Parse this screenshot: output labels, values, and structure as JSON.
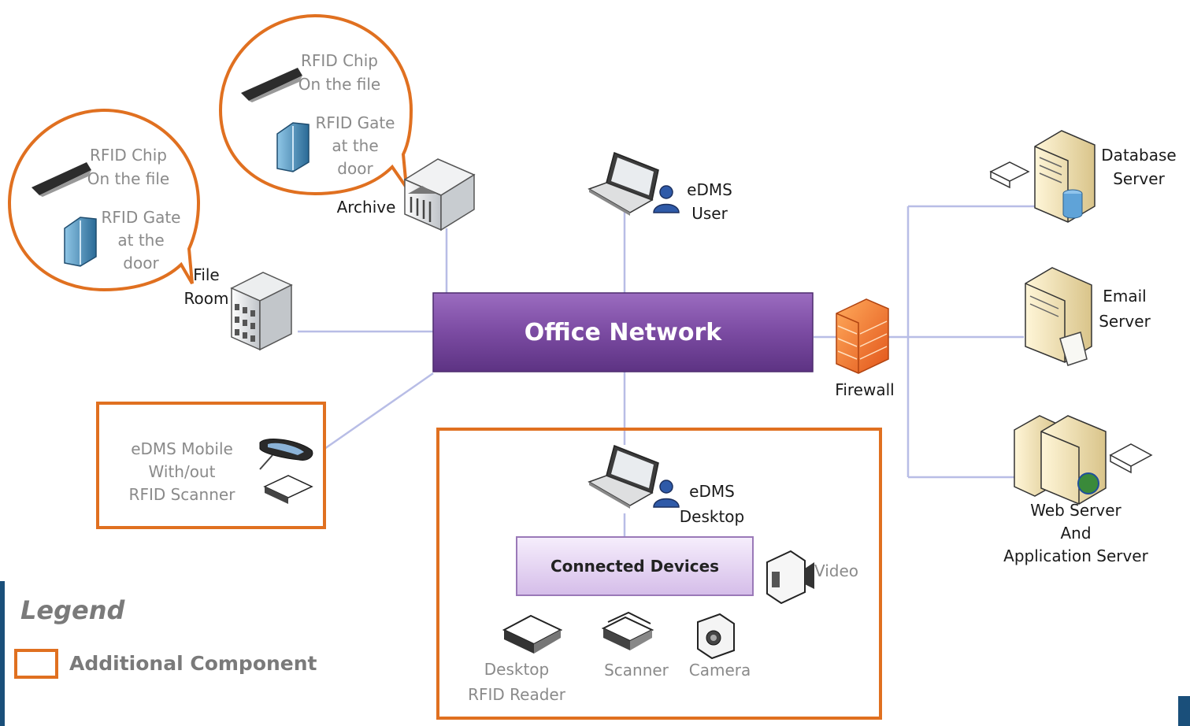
{
  "hub": {
    "label": "Office Network"
  },
  "connected_devices": {
    "label": "Connected Devices"
  },
  "nodes": {
    "archive": "Archive",
    "file_room": [
      "File",
      "Room"
    ],
    "edms_user": [
      "eDMS",
      "User"
    ],
    "firewall": "Firewall",
    "database_server": [
      "Database",
      "Server"
    ],
    "email_server": [
      "Email",
      "Server"
    ],
    "web_server": [
      "Web Server",
      "And",
      "Application Server"
    ],
    "edms_desktop": [
      "eDMS",
      "Desktop"
    ],
    "video": "Video",
    "desktop_rfid_reader": [
      "Desktop",
      "RFID Reader"
    ],
    "scanner": "Scanner",
    "camera": "Camera",
    "edms_mobile": [
      "eDMS Mobile",
      "With/out",
      "RFID Scanner"
    ]
  },
  "bubbles": {
    "archive": {
      "chip": [
        "RFID Chip",
        "On the file"
      ],
      "gate": [
        "RFID Gate",
        "at the",
        "door"
      ]
    },
    "file_room": {
      "chip": [
        "RFID Chip",
        "On the file"
      ],
      "gate": [
        "RFID Gate",
        "at the",
        "door"
      ]
    }
  },
  "legend": {
    "title": "Legend",
    "item": "Additional Component"
  },
  "colors": {
    "accent_orange": "#e07020",
    "hub_purple": "#7a4a9e",
    "connector": "#b8bde6",
    "legend_text": "#7a7a7a"
  }
}
